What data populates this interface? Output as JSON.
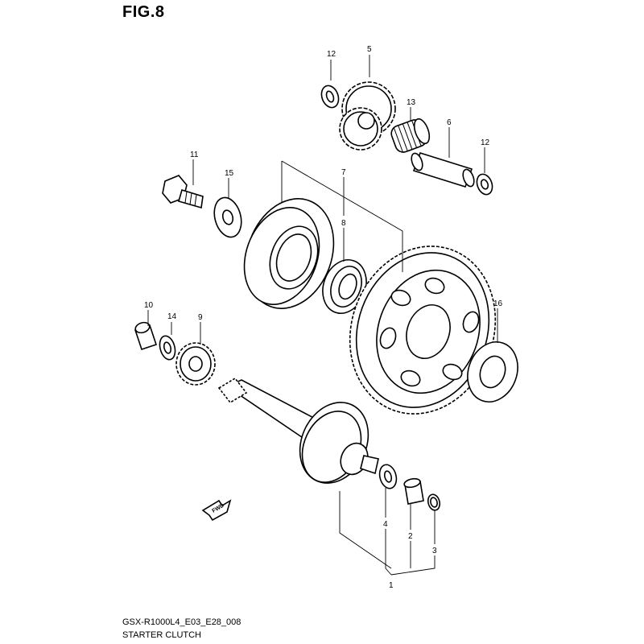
{
  "figure": {
    "title": "FIG.8",
    "model_code": "GSX-R1000L4_E03_E28_008",
    "caption": "STARTER CLUTCH",
    "direction_label": "FWD"
  },
  "callouts": [
    {
      "id": "callout-12a",
      "label": "12"
    },
    {
      "id": "callout-5",
      "label": "5"
    },
    {
      "id": "callout-13",
      "label": "13"
    },
    {
      "id": "callout-6",
      "label": "6"
    },
    {
      "id": "callout-12b",
      "label": "12"
    },
    {
      "id": "callout-11",
      "label": "11"
    },
    {
      "id": "callout-15",
      "label": "15"
    },
    {
      "id": "callout-7",
      "label": "7"
    },
    {
      "id": "callout-8",
      "label": "8"
    },
    {
      "id": "callout-10",
      "label": "10"
    },
    {
      "id": "callout-14",
      "label": "14"
    },
    {
      "id": "callout-9",
      "label": "9"
    },
    {
      "id": "callout-16",
      "label": "16"
    },
    {
      "id": "callout-4",
      "label": "4"
    },
    {
      "id": "callout-2",
      "label": "2"
    },
    {
      "id": "callout-3",
      "label": "3"
    },
    {
      "id": "callout-1",
      "label": "1"
    }
  ]
}
